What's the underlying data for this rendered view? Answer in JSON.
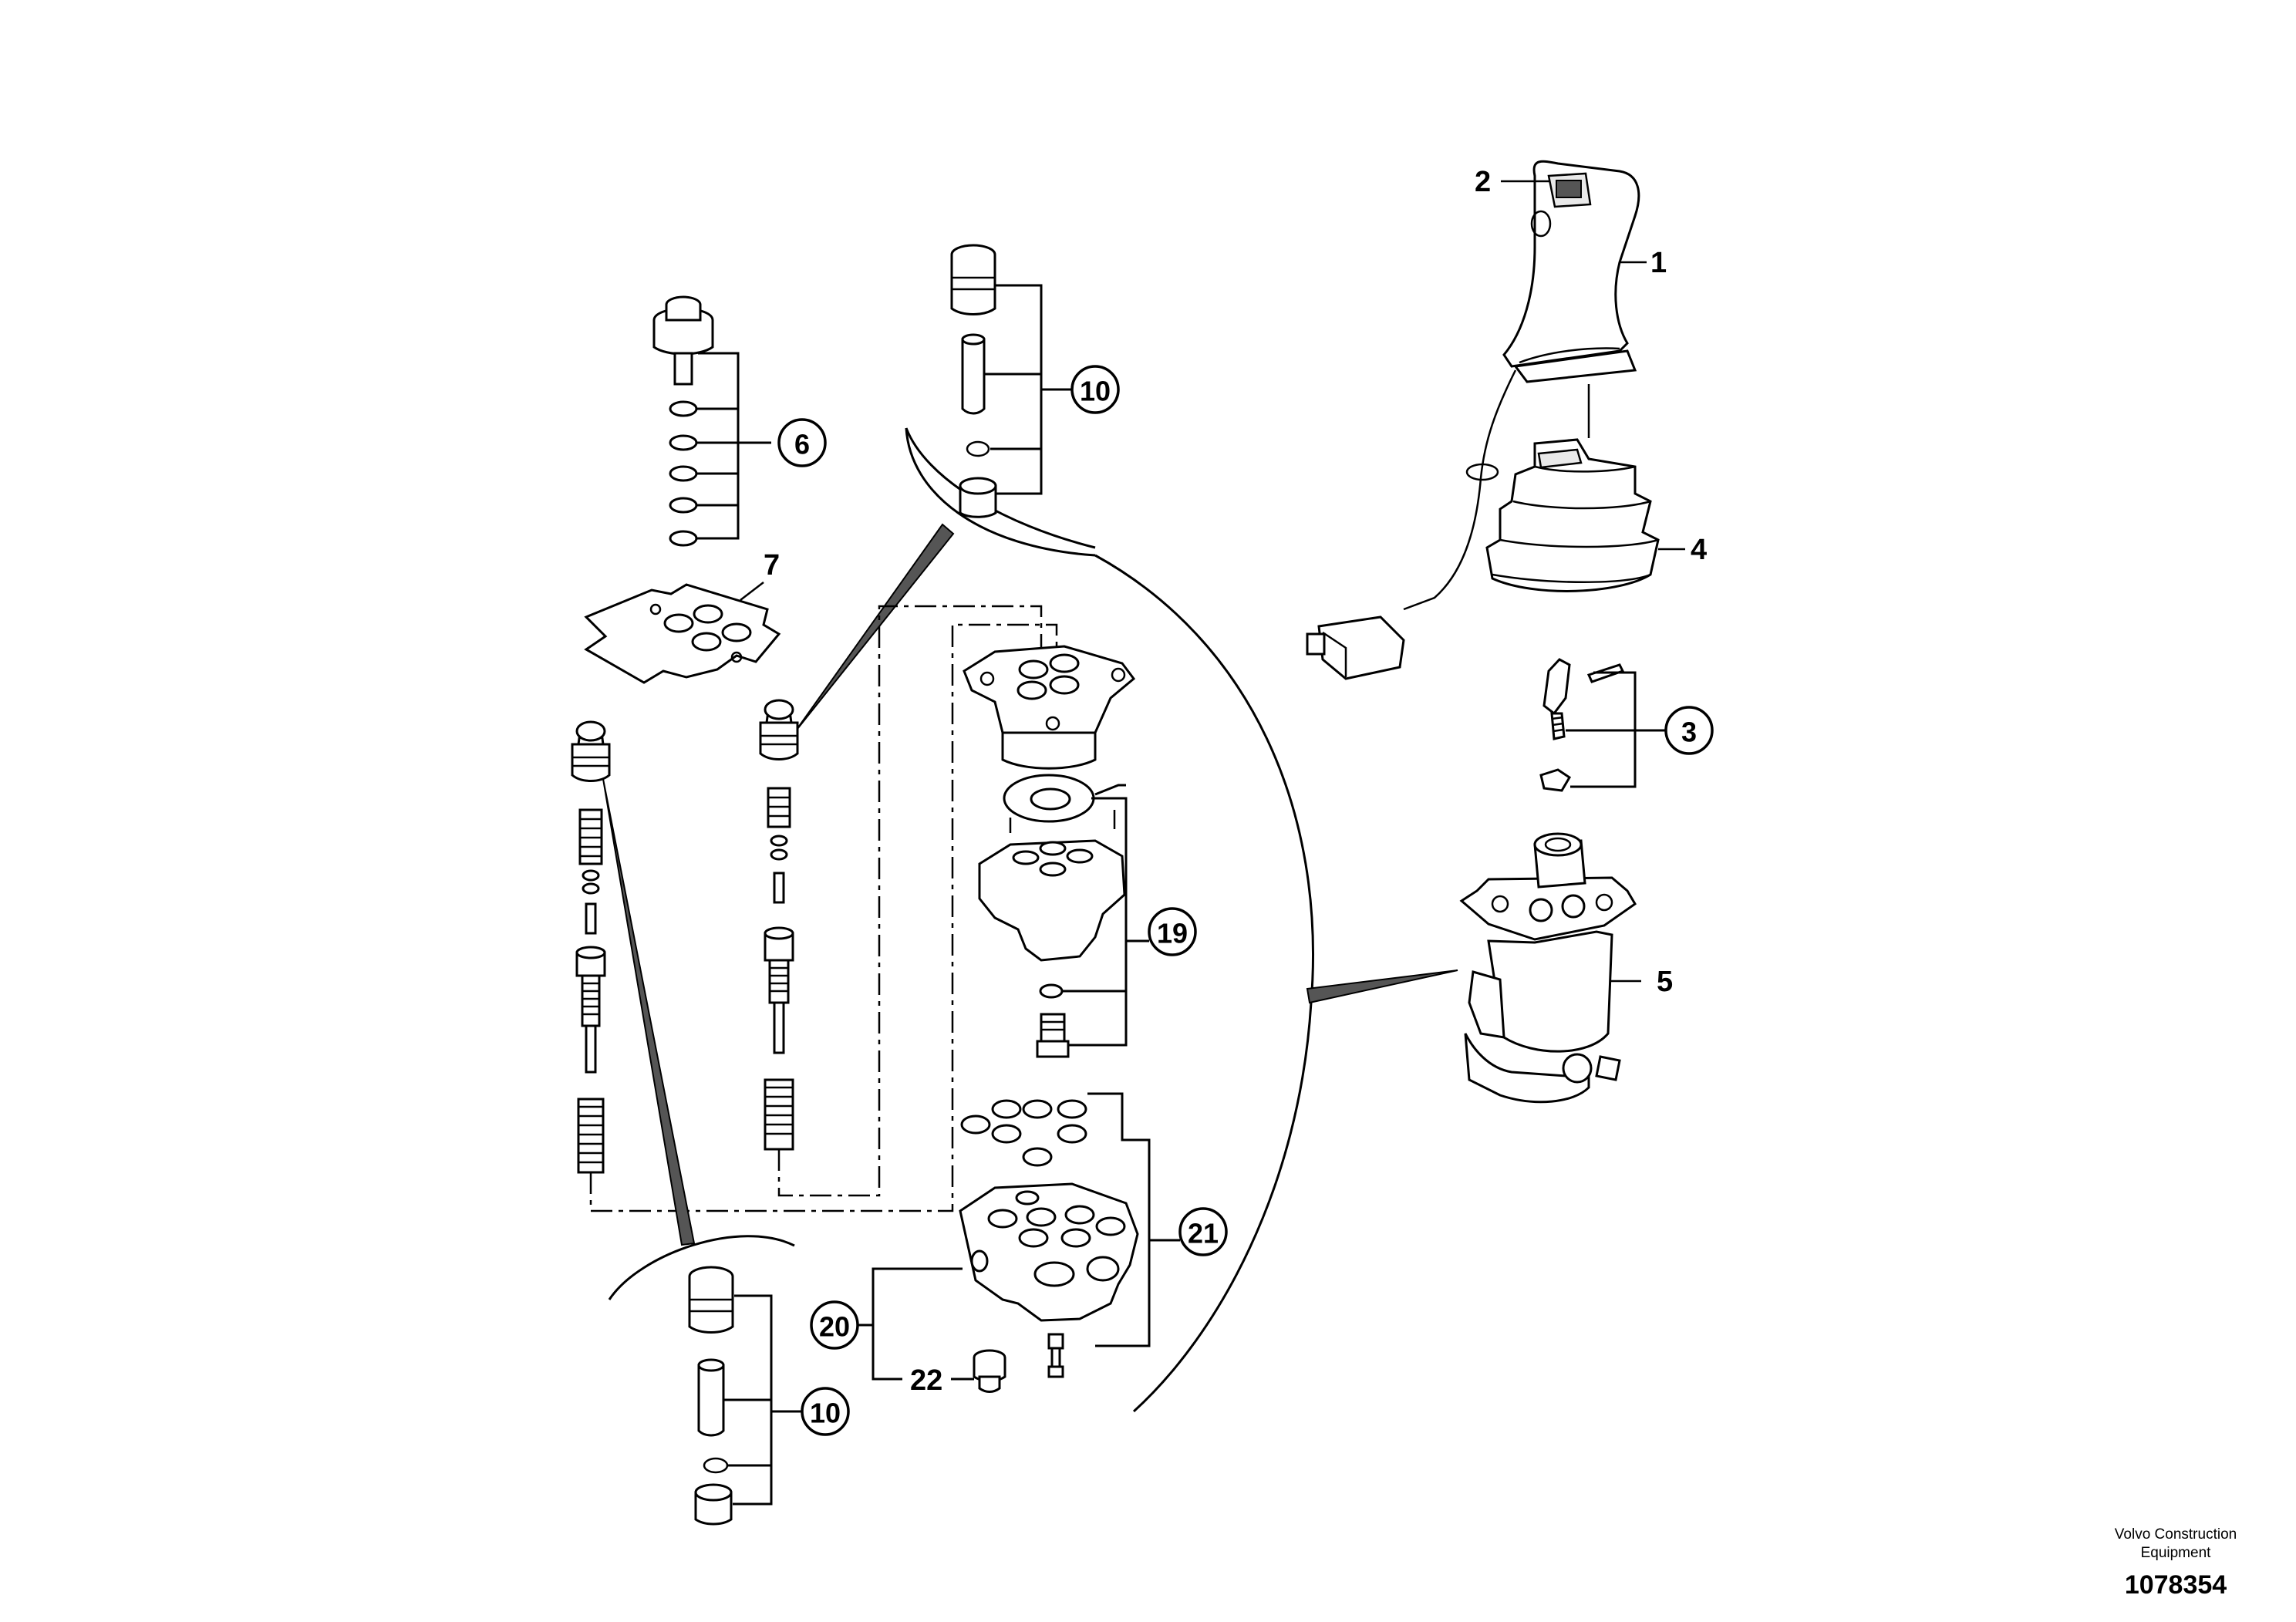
{
  "callouts": {
    "c1": "1",
    "c2": "2",
    "c3": "3",
    "c4": "4",
    "c5": "5",
    "c6": "6",
    "c7": "7",
    "c10a": "10",
    "c10b": "10",
    "c19": "19",
    "c20": "20",
    "c21": "21",
    "c22": "22"
  },
  "footer": {
    "company": "Volvo Construction Equipment",
    "doc_number": "1078354"
  },
  "colors": {
    "ink": "#000000",
    "background": "#ffffff"
  }
}
